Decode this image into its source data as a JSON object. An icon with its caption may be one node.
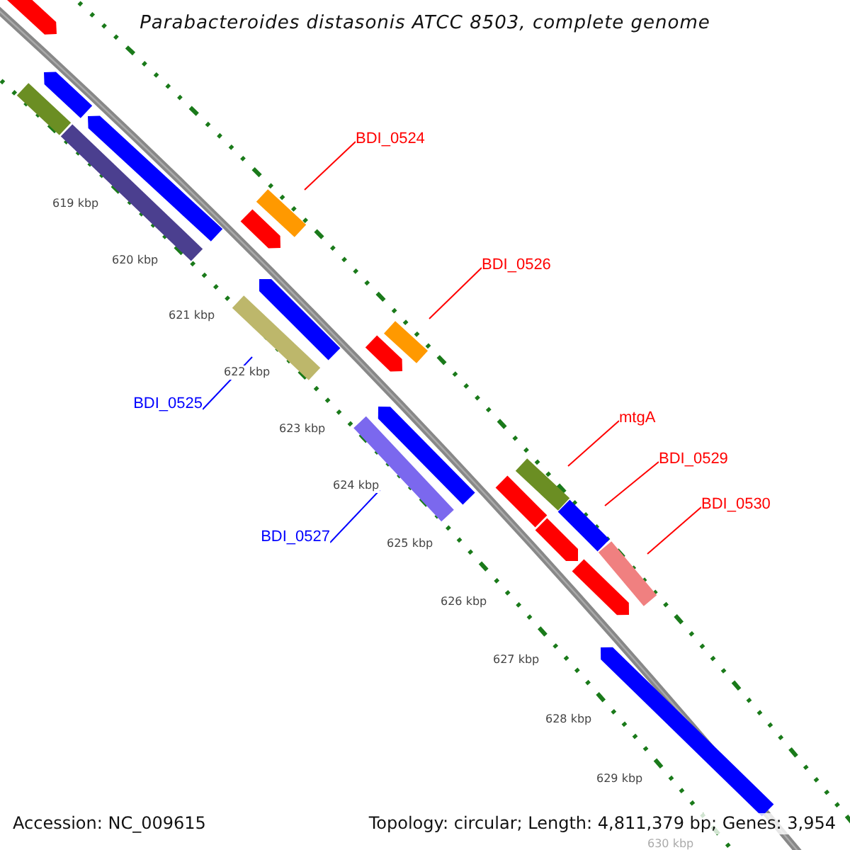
{
  "diagram": {
    "title": "Parabacteroides distasonis ATCC 8503, complete genome",
    "nodes": [
      {
        "text": [
          "BDI_0524"
        ]
      },
      {
        "text": [],
        "shape": "bar"
      },
      {
        "text": [
          "BDI_0526"
        ]
      },
      {
        "text": [],
        "shape": "bar"
      },
      {
        "text": [
          "BDI_0525"
        ]
      },
      {
        "text": [],
        "shape": "bar"
      },
      {
        "text": [
          "BDI_0527"
        ]
      },
      {
        "text": [],
        "shape": "bar"
      },
      {
        "text": [
          "mtgA"
        ]
      },
      {
        "text": [],
        "shape": "bar"
      },
      {
        "text": [
          "BDI_0529"
        ]
      },
      {
        "text": [],
        "shape": "bar"
      },
      {
        "text": [
          "BDI_0530"
        ]
      },
      {
        "text": [],
        "shape": "bar"
      },
      {
        "text": [],
        "shape": "arrow"
      },
      {
        "text": [],
        "shape": "arrow"
      },
      {
        "text": [],
        "shape": "arrow"
      },
      {
        "text": [],
        "shape": "bar"
      },
      {
        "text": [],
        "shape": "arrow"
      },
      {
        "text": [],
        "shape": "arrow"
      },
      {
        "text": [],
        "shape": "arrow"
      },
      {
        "text": [],
        "shape": "arrow"
      },
      {
        "text": [],
        "shape": "bar"
      },
      {
        "text": [],
        "shape": "bar"
      },
      {
        "text": [],
        "shape": "arrow"
      },
      {
        "text": [],
        "shape": "arrow"
      },
      {
        "text": [],
        "shape": "arrow"
      }
    ],
    "edges": [
      {
        "from": 0,
        "to": 1,
        "arrow": "none"
      },
      {
        "from": 2,
        "to": 3,
        "arrow": "none"
      },
      {
        "from": 4,
        "to": 5,
        "arrow": "none",
        "color": "#0000ff"
      },
      {
        "from": 6,
        "to": 7,
        "arrow": "none",
        "color": "#0000ff"
      },
      {
        "from": 8,
        "to": 9,
        "arrow": "none"
      },
      {
        "from": 10,
        "to": 11,
        "arrow": "none"
      },
      {
        "from": 12,
        "to": 13,
        "arrow": "none"
      }
    ],
    "labels": [
      "619 kbp",
      "620 kbp",
      "621 kbp",
      "622 kbp",
      "623 kbp",
      "624 kbp",
      "625 kbp",
      "626 kbp",
      "627 kbp",
      "628 kbp",
      "629 kbp",
      "630 kbp",
      "Accession: NC_009615",
      "Topology: circular; Length: 4,811,379 bp; Genes: 3,954"
    ]
  }
}
